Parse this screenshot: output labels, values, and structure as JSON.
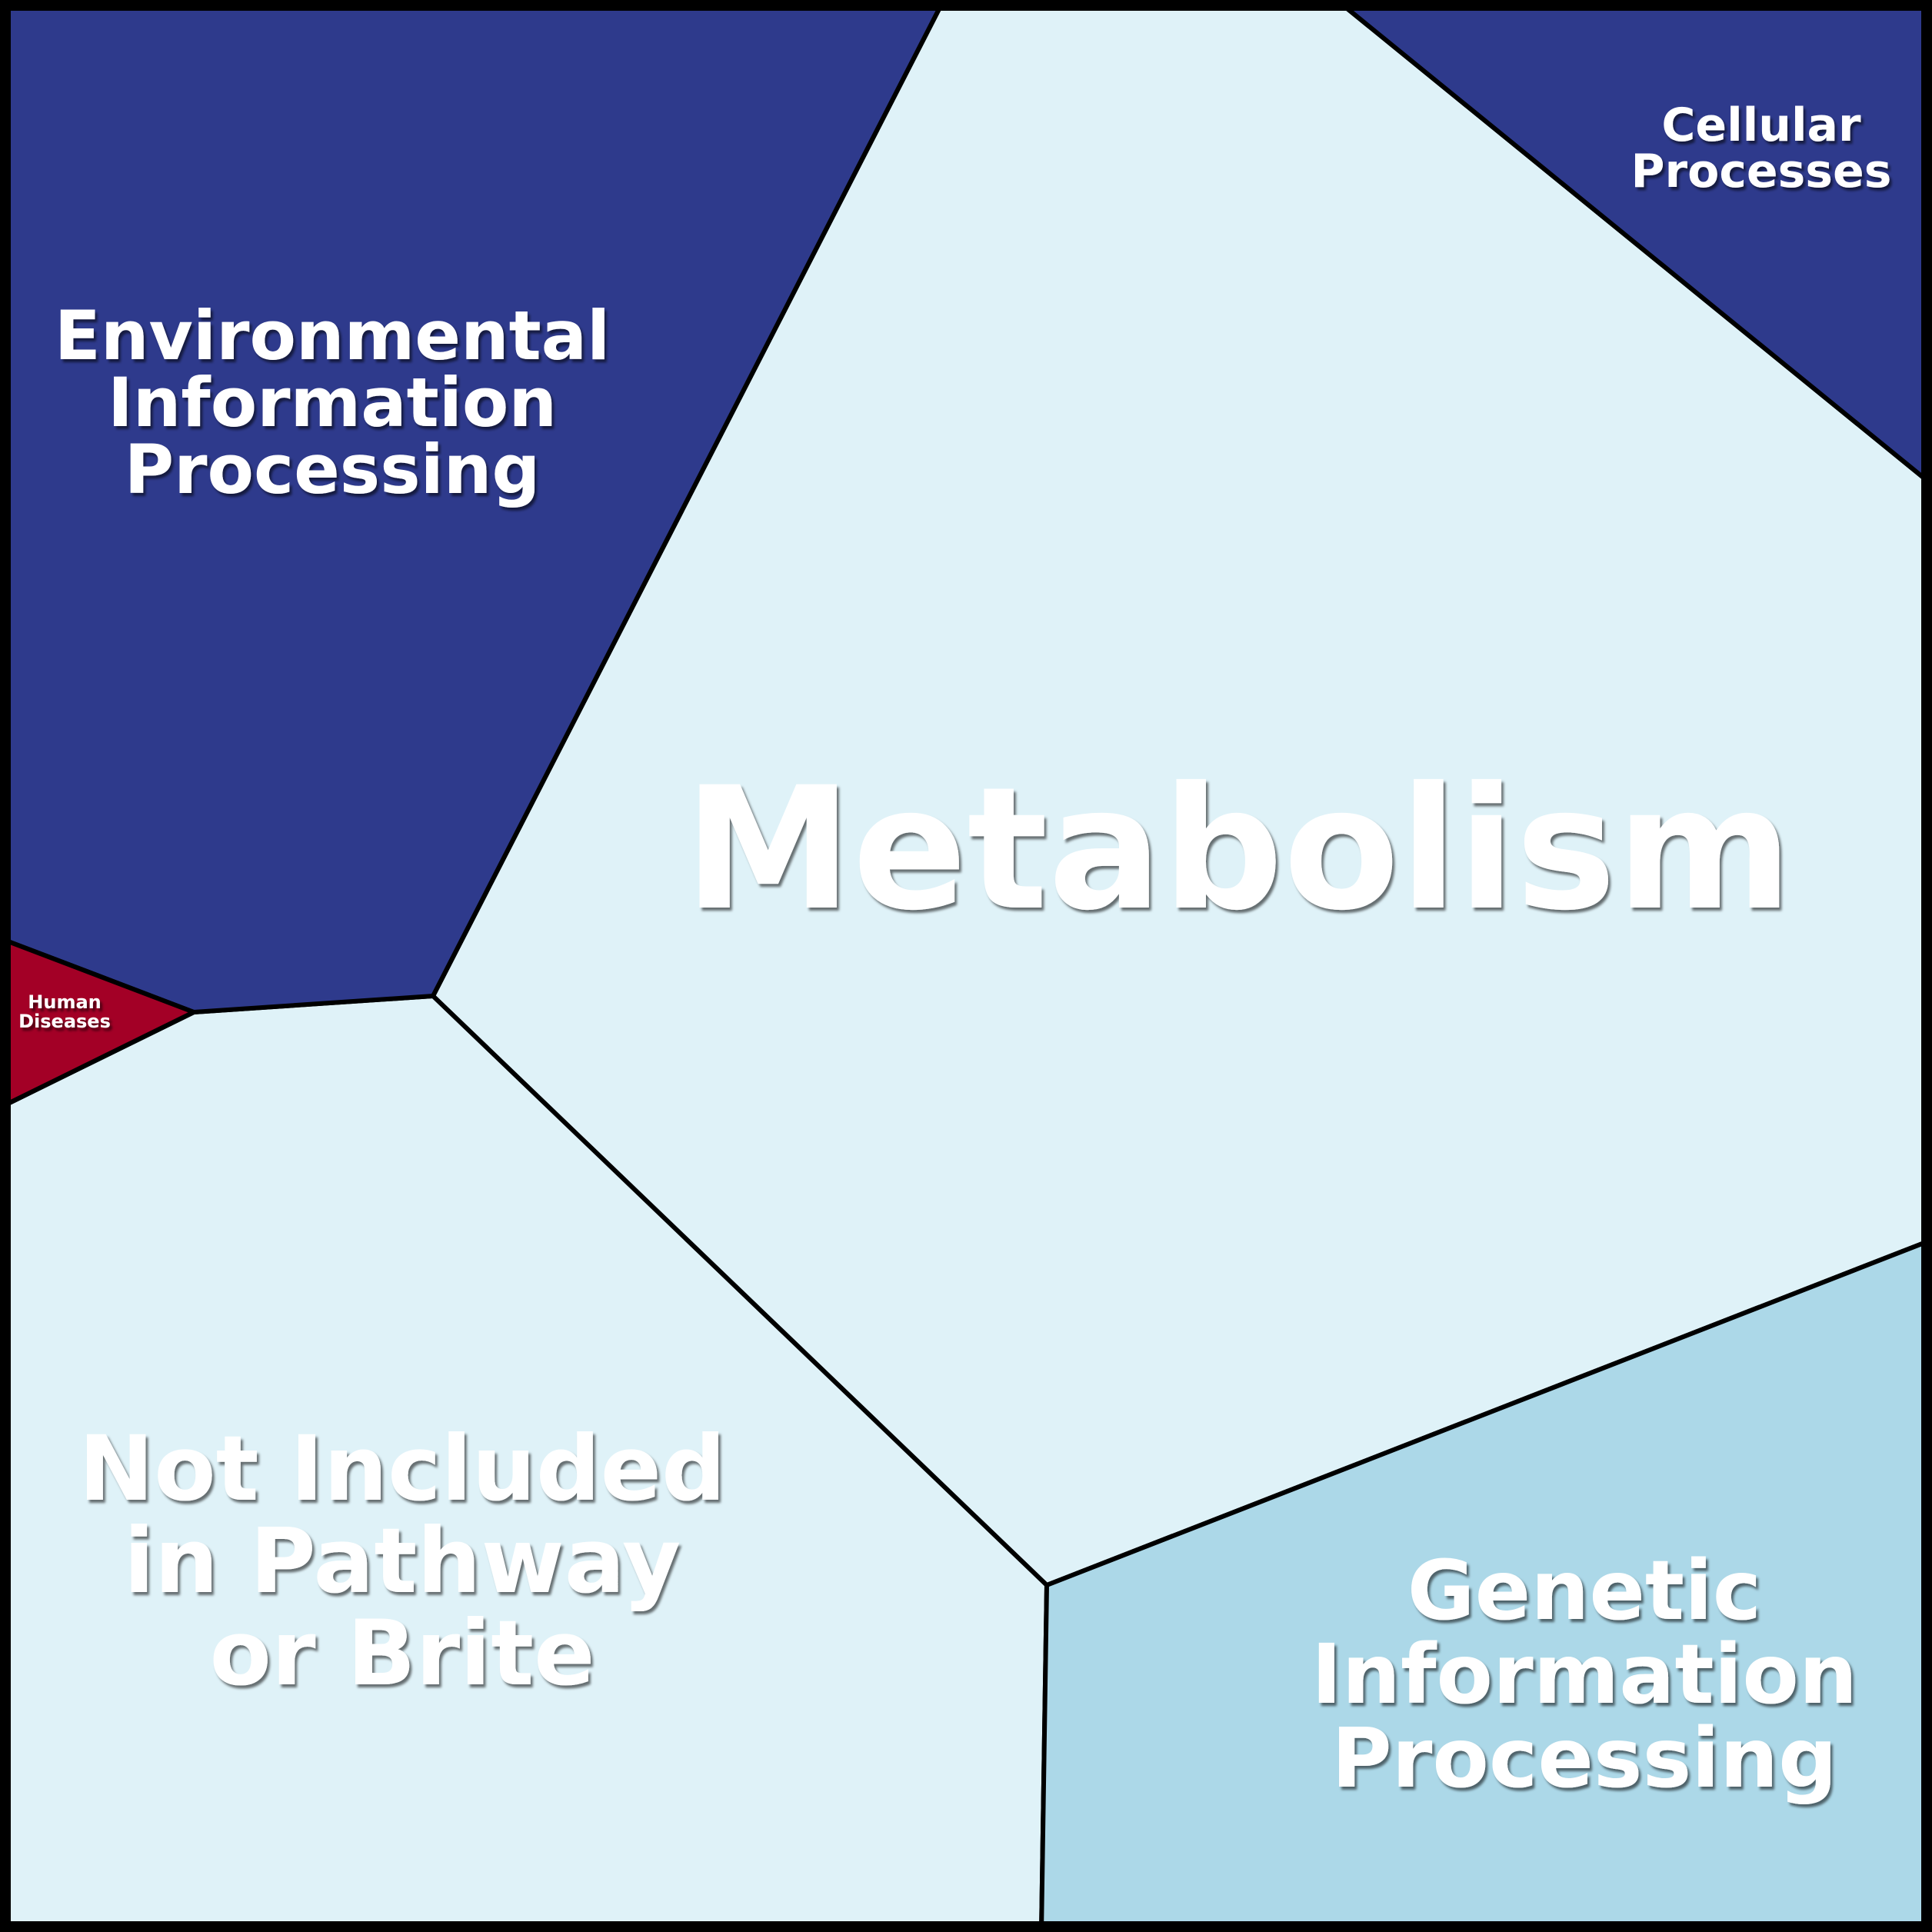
{
  "chart_data": {
    "type": "voronoi-treemap",
    "title": "",
    "legend": "none",
    "regions": [
      {
        "id": "metabolism",
        "lines": [
          "Metabolism"
        ],
        "color": "#dff2f8",
        "font_level": 1
      },
      {
        "id": "not-included",
        "lines": [
          "Not Included",
          "in Pathway",
          "or Brite"
        ],
        "color": "#dff2f8",
        "font_level": 2
      },
      {
        "id": "genetic-information-processing",
        "lines": [
          "Genetic",
          "Information",
          "Processing"
        ],
        "color": "#acd8e8",
        "font_level": 2
      },
      {
        "id": "environmental-information-processing",
        "lines": [
          "Environmental",
          "Information",
          "Processing"
        ],
        "color": "#2e3a8c",
        "font_level": 3
      },
      {
        "id": "cellular-processes",
        "lines": [
          "Cellular",
          "Processes"
        ],
        "color": "#2e3a8c",
        "font_level": 4
      },
      {
        "id": "human-diseases",
        "lines": [
          "Human",
          "Diseases"
        ],
        "color": "#a30026",
        "font_level": 5
      }
    ]
  }
}
